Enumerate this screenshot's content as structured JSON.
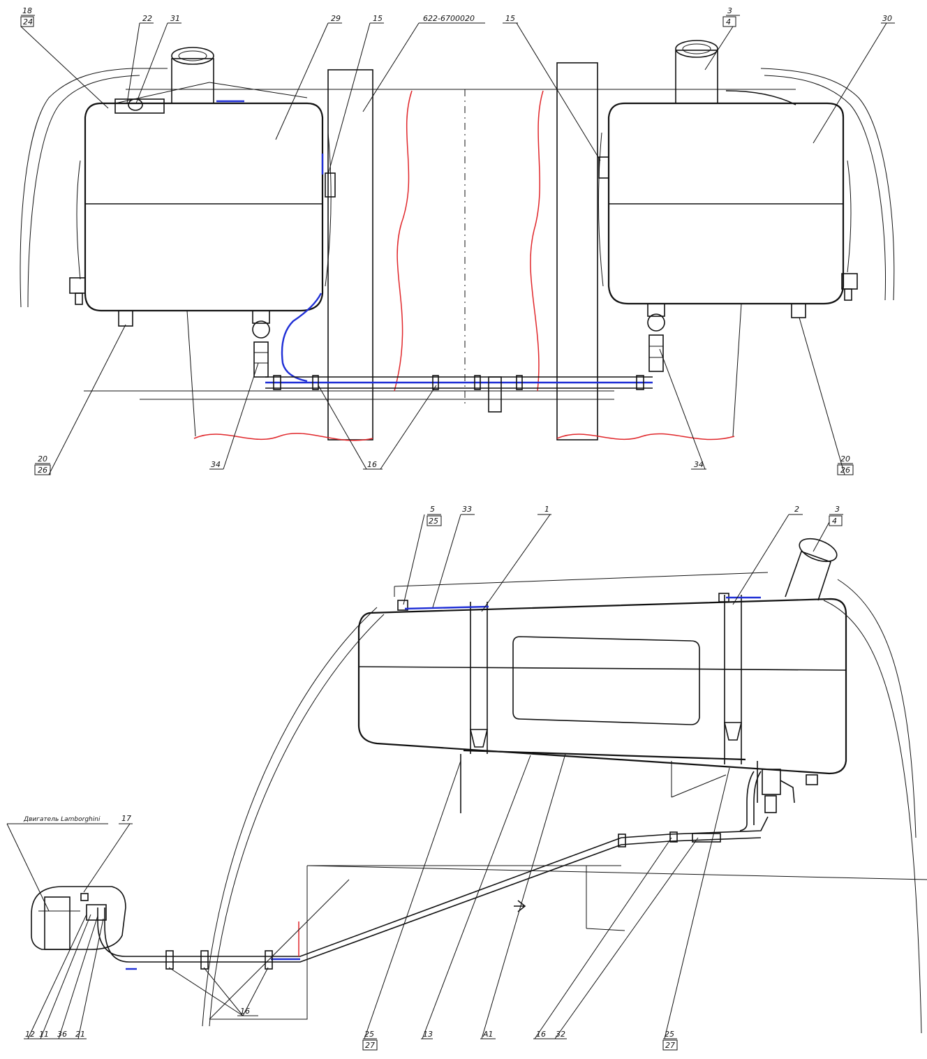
{
  "colors": {
    "line": "#111111",
    "break_line": "#e0262a",
    "fuel_line": "#1f2fd6",
    "background": "#ffffff"
  },
  "top_view": {
    "labels": {
      "l18": "18",
      "l24a": "24",
      "l22": "22",
      "l31": "31",
      "l29": "29",
      "l15a": "15",
      "ref_doc": "622-6700020",
      "l15b": "15",
      "l3a": "3",
      "l4a": "4",
      "l30": "30",
      "l20a": "20",
      "l26a": "26",
      "l34a": "34",
      "l16a": "16",
      "l34b": "34",
      "l20b": "20",
      "l26b": "26"
    }
  },
  "side_view": {
    "labels": {
      "l5": "5",
      "l25a": "25",
      "l33": "33",
      "l1": "1",
      "l2": "2",
      "l3b": "3",
      "l4b": "4",
      "engine": "Двигатель Lamborghini",
      "l17": "17",
      "l12": "12",
      "l11": "11",
      "l36": "36",
      "l21": "21",
      "l16b": "16",
      "l25b": "25",
      "l27a": "27",
      "l13": "13",
      "la1": "А1",
      "l16c": "16",
      "l32": "32",
      "l25c": "25",
      "l27b": "27"
    }
  }
}
